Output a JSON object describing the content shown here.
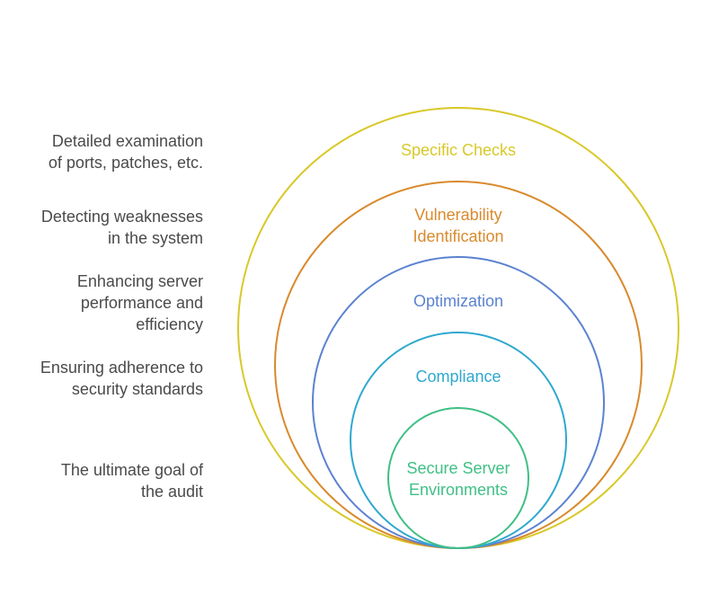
{
  "layers": [
    {
      "label": "Specific Checks",
      "description": "Detailed examination\nof ports, patches, etc.",
      "color": "#d9c82a"
    },
    {
      "label": "Vulnerability\nIdentification",
      "description": "Detecting weaknesses\nin the system",
      "color": "#d98a2c"
    },
    {
      "label": "Optimization",
      "description": "Enhancing server\nperformance and\nefficiency",
      "color": "#5b82d1"
    },
    {
      "label": "Compliance",
      "description": "Ensuring adherence to\nsecurity standards",
      "color": "#2fa8cf"
    },
    {
      "label": "Secure Server\nEnvironments",
      "description": "The ultimate goal of\nthe audit",
      "color": "#3fbf86"
    }
  ]
}
